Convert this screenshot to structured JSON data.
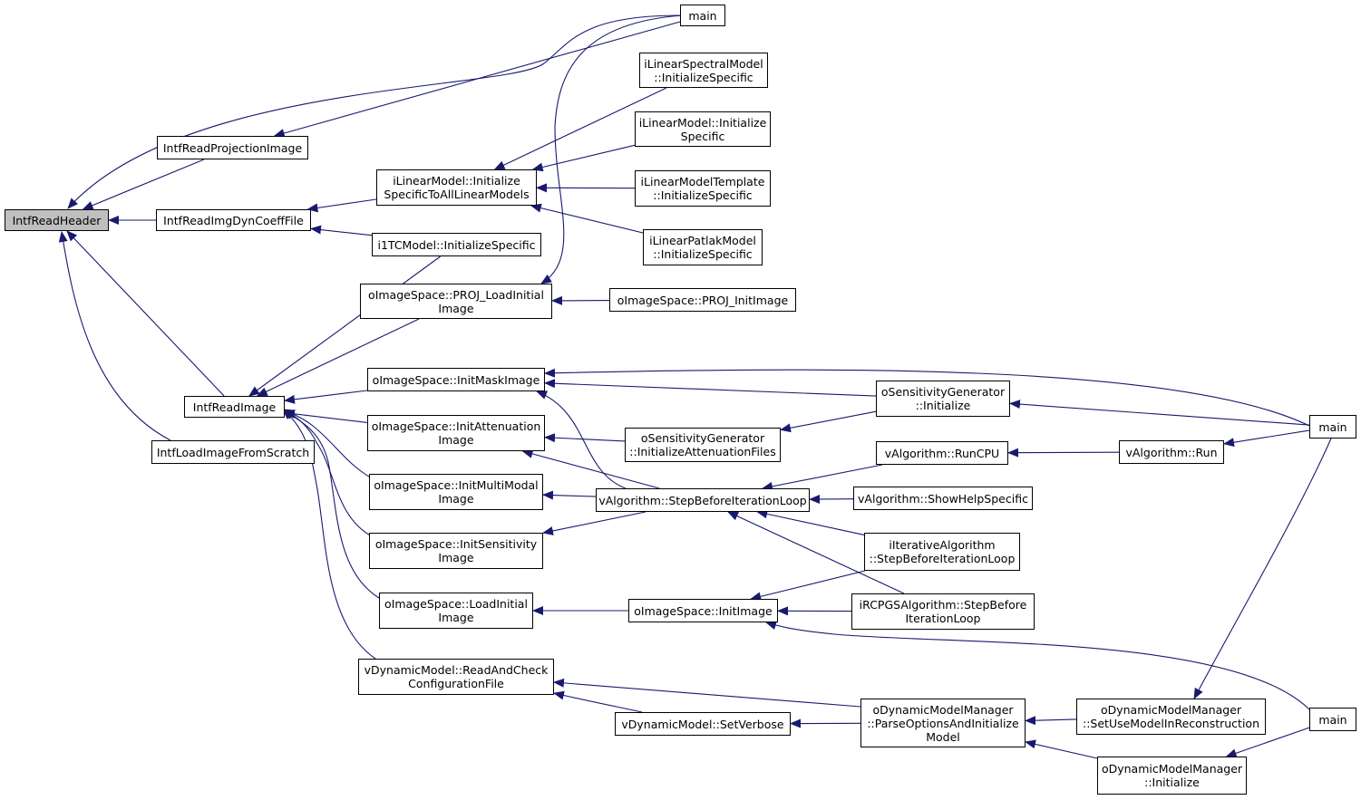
{
  "graph": {
    "edge_color": "#191970",
    "node_border_color": "#000000",
    "root_fill_color": "#bfbfbf",
    "nodes": [
      {
        "id": "intfreadheader",
        "label": "IntfReadHeader",
        "root": true
      },
      {
        "id": "main1",
        "label": "main"
      },
      {
        "id": "intfreadprojectionimage",
        "label": "IntfReadProjectionImage"
      },
      {
        "id": "intfreadimgdyncoefffile",
        "label": "IntfReadImgDynCoeffFile"
      },
      {
        "id": "intfreadimage",
        "label": "IntfReadImage"
      },
      {
        "id": "intfloadimagefromscratch",
        "label": "IntfLoadImageFromScratch"
      },
      {
        "id": "ilinearspectral",
        "label": "iLinearSpectralModel\n::InitializeSpecific"
      },
      {
        "id": "ilinearmodel",
        "label": "iLinearModel::Initialize\nSpecific"
      },
      {
        "id": "ilinearmodeltemplate",
        "label": "iLinearModelTemplate\n::InitializeSpecific"
      },
      {
        "id": "ilinearpatlak",
        "label": "iLinearPatlakModel\n::InitializeSpecific"
      },
      {
        "id": "ilinearall",
        "label": "iLinearModel::Initialize\nSpecificToAllLinearModels"
      },
      {
        "id": "i1tcmodel",
        "label": "i1TCModel::InitializeSpecific"
      },
      {
        "id": "projloadinitial",
        "label": "oImageSpace::PROJ_LoadInitial\nImage"
      },
      {
        "id": "projinitimage",
        "label": "oImageSpace::PROJ_InitImage"
      },
      {
        "id": "initmaskimage",
        "label": "oImageSpace::InitMaskImage"
      },
      {
        "id": "initattenuation",
        "label": "oImageSpace::InitAttenuation\nImage"
      },
      {
        "id": "initmultimodal",
        "label": "oImageSpace::InitMultiModal\nImage"
      },
      {
        "id": "initsensitivity",
        "label": "oImageSpace::InitSensitivity\nImage"
      },
      {
        "id": "loadinitial",
        "label": "oImageSpace::LoadInitial\nImage"
      },
      {
        "id": "readandcheck",
        "label": "vDynamicModel::ReadAndCheck\nConfigurationFile"
      },
      {
        "id": "sensgen_initattfiles",
        "label": "oSensitivityGenerator\n::InitializeAttenuationFiles"
      },
      {
        "id": "stepbefore",
        "label": "vAlgorithm::StepBeforeIterationLoop"
      },
      {
        "id": "initimage",
        "label": "oImageSpace::InitImage"
      },
      {
        "id": "setverbose",
        "label": "vDynamicModel::SetVerbose"
      },
      {
        "id": "sensgen_init",
        "label": "oSensitivityGenerator\n::Initialize"
      },
      {
        "id": "runcpu",
        "label": "vAlgorithm::RunCPU"
      },
      {
        "id": "showhelp",
        "label": "vAlgorithm::ShowHelpSpecific"
      },
      {
        "id": "iterative_step",
        "label": "iIterativeAlgorithm\n::StepBeforeIterationLoop"
      },
      {
        "id": "ircpgs_step",
        "label": "iRCPGSAlgorithm::StepBefore\nIterationLoop"
      },
      {
        "id": "dmm_parse",
        "label": "oDynamicModelManager\n::ParseOptionsAndInitialize\nModel"
      },
      {
        "id": "vrun",
        "label": "vAlgorithm::Run"
      },
      {
        "id": "dmm_setuse",
        "label": "oDynamicModelManager\n::SetUseModelInReconstruction"
      },
      {
        "id": "dmm_init",
        "label": "oDynamicModelManager\n::Initialize"
      },
      {
        "id": "main2",
        "label": "main"
      },
      {
        "id": "main3",
        "label": "main"
      }
    ],
    "edges": [
      [
        "main1",
        "intfreadheader"
      ],
      [
        "intfreadprojectionimage",
        "intfreadheader"
      ],
      [
        "intfreadimgdyncoefffile",
        "intfreadheader"
      ],
      [
        "intfreadimage",
        "intfreadheader"
      ],
      [
        "intfloadimagefromscratch",
        "intfreadheader"
      ],
      [
        "main1",
        "intfreadprojectionimage"
      ],
      [
        "ilinearall",
        "intfreadimgdyncoefffile"
      ],
      [
        "i1tcmodel",
        "intfreadimgdyncoefffile"
      ],
      [
        "ilinearspectral",
        "ilinearall"
      ],
      [
        "ilinearmodel",
        "ilinearall"
      ],
      [
        "ilinearmodeltemplate",
        "ilinearall"
      ],
      [
        "ilinearpatlak",
        "ilinearall"
      ],
      [
        "i1tcmodel",
        "intfreadimage"
      ],
      [
        "projloadinitial",
        "intfreadimage"
      ],
      [
        "initmaskimage",
        "intfreadimage"
      ],
      [
        "initattenuation",
        "intfreadimage"
      ],
      [
        "initmultimodal",
        "intfreadimage"
      ],
      [
        "initsensitivity",
        "intfreadimage"
      ],
      [
        "loadinitial",
        "intfreadimage"
      ],
      [
        "readandcheck",
        "intfreadimage"
      ],
      [
        "main1",
        "projloadinitial"
      ],
      [
        "projinitimage",
        "projloadinitial"
      ],
      [
        "main2",
        "initmaskimage"
      ],
      [
        "sensgen_init",
        "initmaskimage"
      ],
      [
        "stepbefore",
        "initmaskimage"
      ],
      [
        "sensgen_initattfiles",
        "initattenuation"
      ],
      [
        "stepbefore",
        "initattenuation"
      ],
      [
        "stepbefore",
        "initmultimodal"
      ],
      [
        "stepbefore",
        "initsensitivity"
      ],
      [
        "initimage",
        "loadinitial"
      ],
      [
        "dmm_parse",
        "readandcheck"
      ],
      [
        "setverbose",
        "readandcheck"
      ],
      [
        "sensgen_init",
        "sensgen_initattfiles"
      ],
      [
        "runcpu",
        "stepbefore"
      ],
      [
        "showhelp",
        "stepbefore"
      ],
      [
        "iterative_step",
        "stepbefore"
      ],
      [
        "ircpgs_step",
        "stepbefore"
      ],
      [
        "iterative_step",
        "initimage"
      ],
      [
        "ircpgs_step",
        "initimage"
      ],
      [
        "main3",
        "initimage"
      ],
      [
        "dmm_parse",
        "setverbose"
      ],
      [
        "main2",
        "sensgen_init"
      ],
      [
        "vrun",
        "runcpu"
      ],
      [
        "main2",
        "vrun"
      ],
      [
        "dmm_setuse",
        "dmm_parse"
      ],
      [
        "dmm_init",
        "dmm_parse"
      ],
      [
        "main2",
        "dmm_setuse"
      ],
      [
        "main3",
        "dmm_init"
      ]
    ]
  }
}
